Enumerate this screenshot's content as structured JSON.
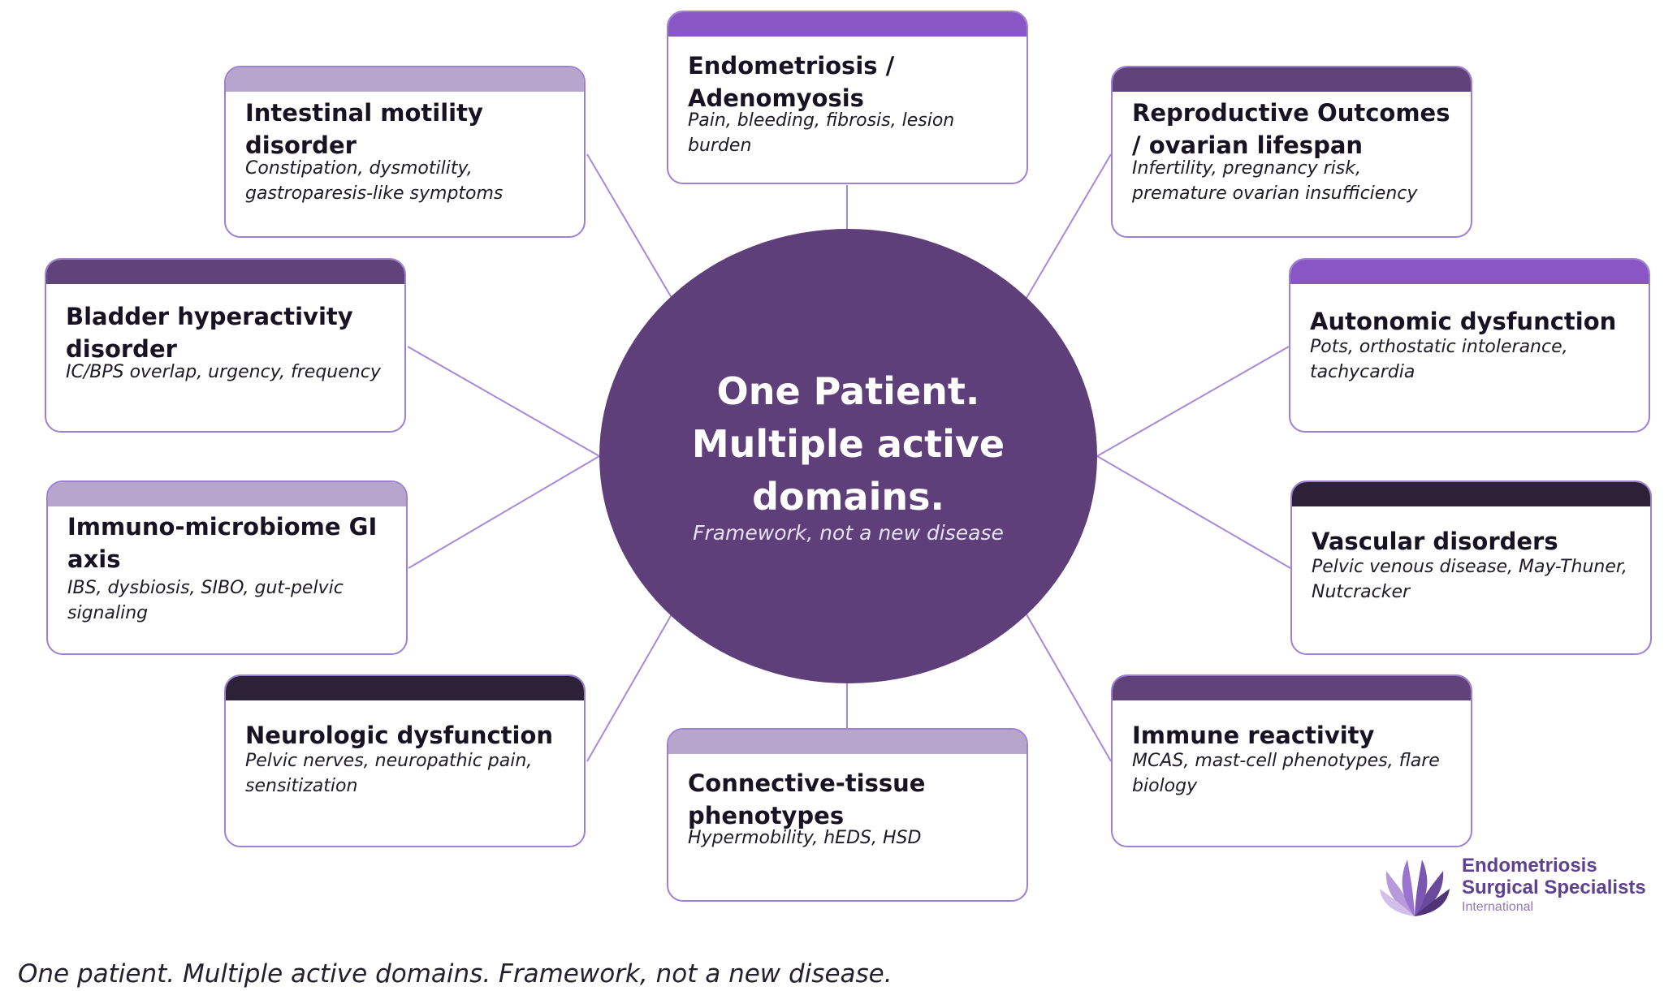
{
  "colors": {
    "hub": "#5e3f79",
    "connector": "#a58ad8",
    "card_border": "#9d7fd3",
    "bar_bright": "#8a55c4",
    "bar_dark": "#5f4379",
    "bar_light": "#b8a5cc",
    "bar_darkest": "#2d2138"
  },
  "hub": {
    "title": "One Patient.\nMultiple active\ndomains.",
    "subtitle": "Framework, not a new disease"
  },
  "domains": [
    {
      "title": "Endometriosis / Adenomyosis",
      "description": "Pain, bleeding, fibrosis, lesion burden",
      "bar": "bright"
    },
    {
      "title": "Intestinal motility disorder",
      "description": "Constipation, dysmotility, gastroparesis-like symptoms",
      "bar": "light"
    },
    {
      "title": "Reproductive Outcomes / ovarian lifespan",
      "description": "Infertility, pregnancy risk, premature ovarian insufficiency",
      "bar": "dark"
    },
    {
      "title": "Bladder hyperactivity disorder",
      "description": "IC/BPS overlap, urgency, frequency",
      "bar": "dark"
    },
    {
      "title": "Autonomic dysfunction",
      "description": "Pots, orthostatic intolerance, tachycardia",
      "bar": "bright"
    },
    {
      "title": "Immuno-microbiome GI axis",
      "description": "IBS, dysbiosis, SIBO, gut-pelvic signaling",
      "bar": "light"
    },
    {
      "title": "Vascular disorders",
      "description": "Pelvic venous disease, May-Thuner, Nutcracker",
      "bar": "darkest"
    },
    {
      "title": "Neurologic dysfunction",
      "description": "Pelvic nerves, neuropathic pain, sensitization",
      "bar": "darkest"
    },
    {
      "title": "Connective-tissue phenotypes",
      "description": "Hypermobility, hEDS, HSD",
      "bar": "light"
    },
    {
      "title": "Immune reactivity",
      "description": "MCAS, mast-cell phenotypes, flare biology",
      "bar": "dark"
    }
  ],
  "logo": {
    "line1": "Endometriosis",
    "line2": "Surgical Specialists",
    "line3": "International"
  },
  "caption": "One patient. Multiple active domains. Framework, not a new disease."
}
